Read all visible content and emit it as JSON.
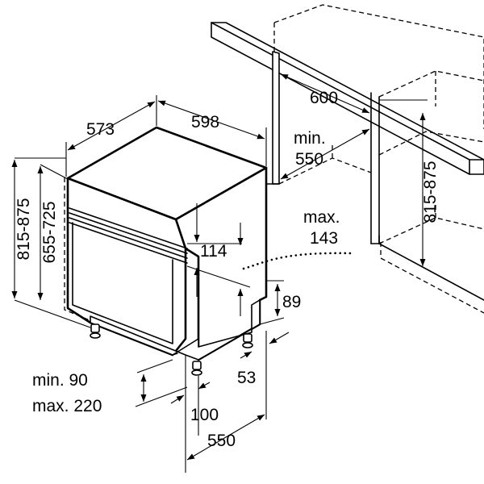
{
  "dimensions": {
    "top_width": "598",
    "top_depth": "573",
    "niche_width": "600",
    "niche_min_depth_label": "min.",
    "niche_min_depth_value": "550",
    "niche_height_range": "815-875",
    "appliance_height_range": "815-875",
    "front_height_range": "655-725",
    "control_panel_height": "114",
    "panel_max_label": "max.",
    "panel_max_value": "143",
    "plinth_height": "89",
    "plinth_depth": "53",
    "foot_offset": "100",
    "base_depth": "550",
    "plinth_min_label": "min. 90",
    "plinth_max_label": "max. 220"
  }
}
